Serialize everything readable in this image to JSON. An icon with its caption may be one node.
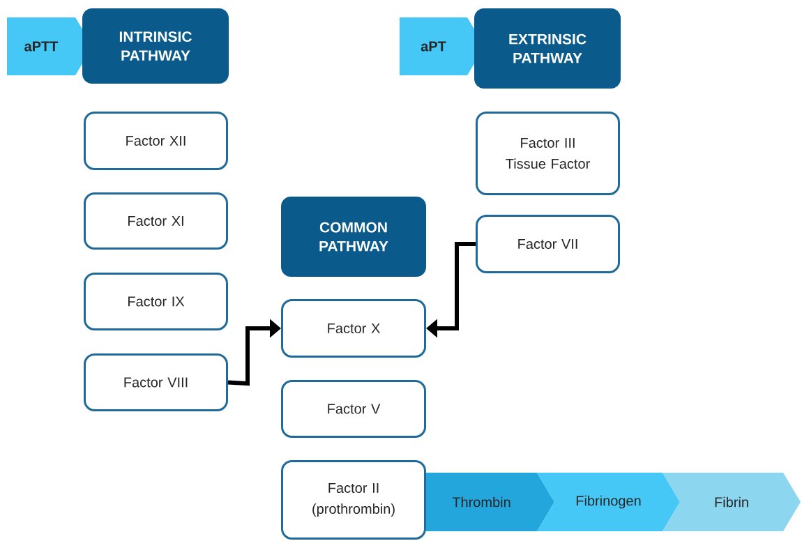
{
  "diagram": {
    "nodes": [
      {
        "text": [
          "aPTT"
        ]
      },
      {
        "text": [
          "INTRINSIC PATHWAY"
        ]
      },
      {
        "text": [
          "aPT"
        ]
      },
      {
        "text": [
          "EXTRINSIC PATHWAY"
        ]
      },
      {
        "text": [
          "Factor XII"
        ]
      },
      {
        "text": [
          "Factor XI"
        ]
      },
      {
        "text": [
          "Factor IX"
        ]
      },
      {
        "text": [
          "Factor VIII"
        ]
      },
      {
        "text": [
          "COMMON PATHWAY"
        ]
      },
      {
        "text": [
          "Factor III Tissue Factor"
        ]
      },
      {
        "text": [
          "Factor VII"
        ]
      },
      {
        "text": [
          "Factor X"
        ]
      },
      {
        "text": [
          "Factor V"
        ]
      },
      {
        "text": [
          "Factor II (prothrombin)"
        ]
      },
      {
        "text": [
          "Thrombin"
        ]
      },
      {
        "text": [
          "Fibrinogen"
        ]
      },
      {
        "text": [
          "Fibrin"
        ]
      }
    ],
    "edges": [
      {
        "from": 7,
        "to": 11,
        "arrow": "to"
      },
      {
        "from": 10,
        "to": 11,
        "arrow": "to"
      }
    ]
  }
}
